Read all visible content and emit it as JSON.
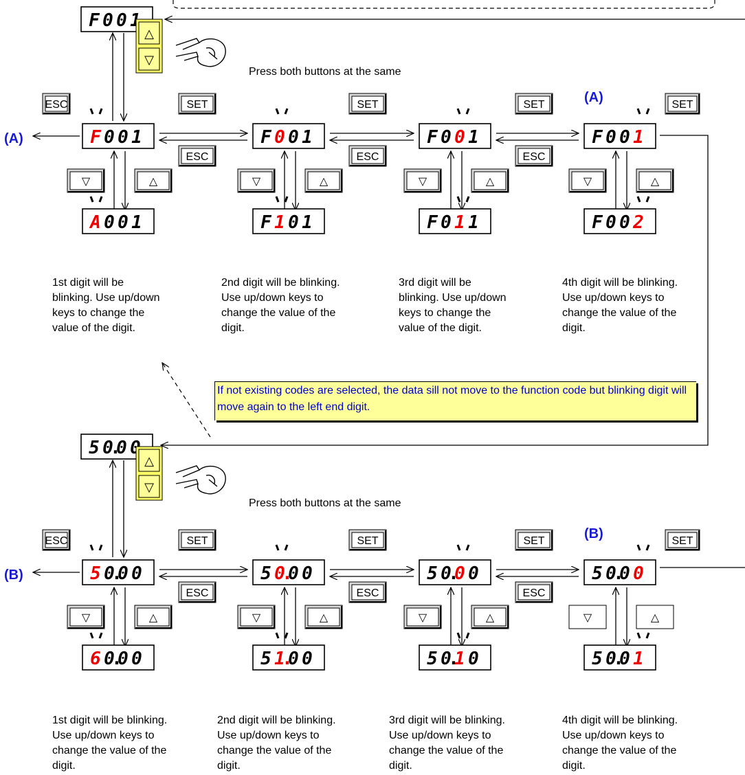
{
  "section_a": {
    "start_display": "F001",
    "press_both_text": "Press both buttons at the same",
    "label": "(A)",
    "steps": [
      {
        "display": "F001",
        "blink": 0,
        "alt_display": "A001",
        "alt_red": [
          0
        ],
        "description": "1st digit will be\nblinking. Use up/down\nkeys to change the\nvalue of the digit."
      },
      {
        "display": "F001",
        "blink": 1,
        "alt_display": "F101",
        "alt_red": [
          1
        ],
        "description": "2nd digit will be blinking.\nUse up/down keys to\nchange the value of the\ndigit."
      },
      {
        "display": "F001",
        "blink": 2,
        "alt_display": "F011",
        "alt_red": [
          2
        ],
        "description": "3rd digit will be\nblinking. Use up/down\nkeys to change the\nvalue of the digit."
      },
      {
        "display": "F001",
        "blink": 3,
        "alt_display": "F002",
        "alt_red": [
          3
        ],
        "description": "4th digit will be blinking.\nUse up/down keys to\nchange the value of the\ndigit."
      }
    ]
  },
  "note": "If not existing codes are selected, the data sill not move to the function code but blinking digit will move again to the left end digit.",
  "section_b": {
    "start_display": "50.00",
    "press_both_text": "Press both buttons at the same",
    "label": "(B)",
    "steps": [
      {
        "display": "50.00",
        "blink": 0,
        "alt_display": "60.00",
        "alt_red": [
          0
        ],
        "description": "1st digit will be blinking.\nUse up/down keys to\nchange the value of the\ndigit."
      },
      {
        "display": "50.00",
        "blink": 1,
        "alt_display": "51.00",
        "alt_red": [
          1
        ],
        "description": "2nd digit will be blinking.\nUse up/down keys to\nchange the value of the\ndigit."
      },
      {
        "display": "50.00",
        "blink": 2,
        "alt_display": "50.10",
        "alt_red": [
          2
        ],
        "description": "3rd digit will be blinking.\nUse up/down keys to\nchange the value of the\ndigit."
      },
      {
        "display": "50.00",
        "blink": 3,
        "alt_display": "50.01",
        "alt_red": [
          3
        ],
        "description": "4th digit will be blinking.\nUse up/down keys to\nchange the value of the\ndigit."
      }
    ]
  },
  "keys": {
    "set": "SET",
    "esc": "ESC",
    "up": "△",
    "down": "▽"
  },
  "colors": {
    "blink": "#ee0000",
    "label": "#1a1ad6",
    "yellow": "#ffff66",
    "key_bg": "#d9d9d9"
  }
}
